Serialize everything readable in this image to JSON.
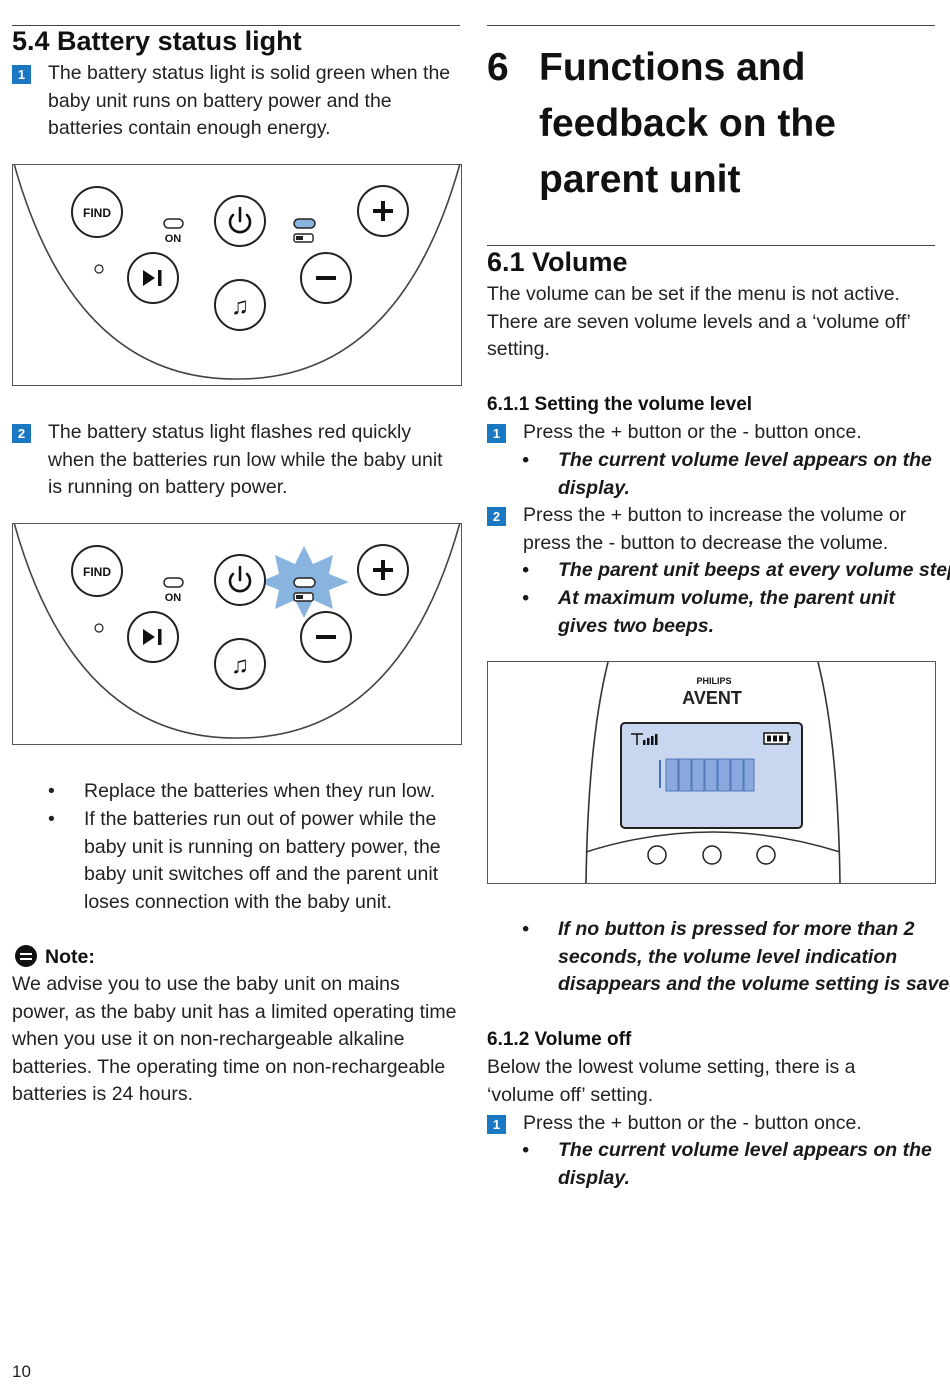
{
  "left": {
    "section_5_4": {
      "title": "5.4 Battery status light",
      "step1": {
        "num": "1",
        "text": "The battery status light is solid green when the baby unit runs on battery power and the batteries contain enough energy."
      },
      "step2": {
        "num": "2",
        "text": "The battery status light flashes red quickly when the batteries run low while the baby unit is running on battery power."
      },
      "bullets": [
        "Replace the batteries when they run low.",
        "If the batteries run out of power while the baby unit is running on battery power, the baby unit switches off and the parent unit loses connection with the baby unit."
      ],
      "note_label": "Note:",
      "note_text": "We advise you to use the baby unit on mains power, as the baby unit has a limited operating time when you use it on non-rechargeable alkaline batteries. The operating time on non-rechargeable batteries is 24 hours."
    },
    "figure_labels": {
      "find": "FIND",
      "on": "ON"
    },
    "battery_light_color_ok": "#8ab4e0",
    "battery_light_color_flash": "#8ab4e0"
  },
  "right": {
    "chapter": {
      "num": "6",
      "title": "Functions and feedback on the parent unit"
    },
    "section_6_1": {
      "title": "6.1 Volume",
      "intro": "The volume can be set if the menu is not active. There are seven volume levels and a ‘volume off’ setting.",
      "sub1_title": "6.1.1 Setting the volume level",
      "sub1_step1": {
        "num": "1",
        "text": "Press the + button or the - button once."
      },
      "sub1_step1_bullet": "The current volume level appears on the display.",
      "sub1_step2": {
        "num": "2",
        "text": "Press the + button to increase the volume or press the - button to decrease the volume."
      },
      "sub1_step2_bullets": [
        "The parent unit beeps at every volume step",
        "At maximum volume, the parent unit gives two beeps."
      ],
      "after_fig_bullet": "If no button is pressed for more than 2 seconds, the volume level indication disappears and the volume setting is saved.",
      "sub2_title": "6.1.2 Volume off",
      "sub2_intro": "Below the lowest volume setting, there is a ‘volume off’ setting.",
      "sub2_step1": {
        "num": "1",
        "text": "Press the + button or the - button once."
      },
      "sub2_step1_bullet": "The current volume level appears on the display."
    },
    "device": {
      "brand": "PHILIPS",
      "logo": "AVENT",
      "lcd_color": "#c9d6ef"
    }
  },
  "page_number": "10"
}
